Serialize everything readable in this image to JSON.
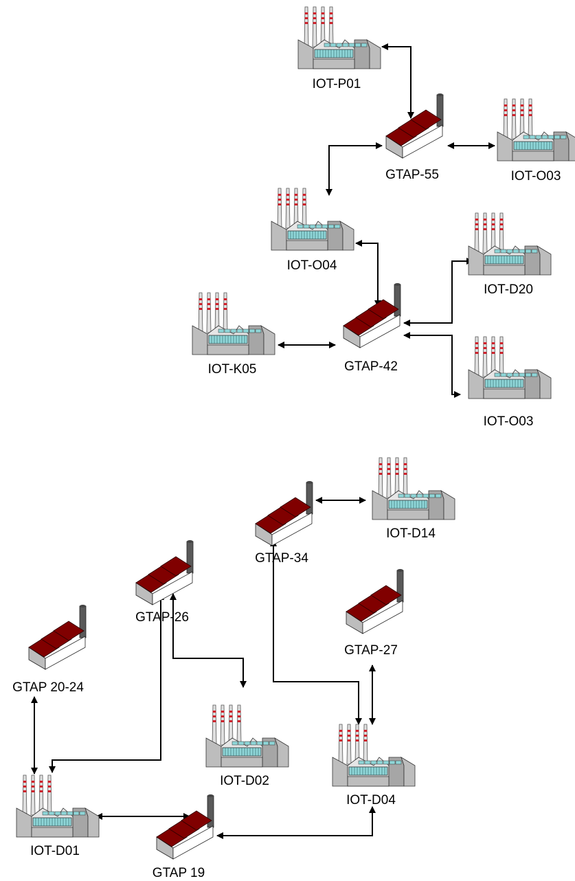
{
  "nodes": [
    {
      "id": "iot-p01",
      "kind": "plant",
      "label": "IOT-P01"
    },
    {
      "id": "gtap-55",
      "kind": "factory",
      "label": "GTAP-55"
    },
    {
      "id": "iot-o03-top",
      "kind": "plant",
      "label": "IOT-O03"
    },
    {
      "id": "iot-o04",
      "kind": "plant",
      "label": "IOT-O04"
    },
    {
      "id": "iot-d20",
      "kind": "plant",
      "label": "IOT-D20"
    },
    {
      "id": "iot-k05",
      "kind": "plant",
      "label": "IOT-K05"
    },
    {
      "id": "gtap-42",
      "kind": "factory",
      "label": "GTAP-42"
    },
    {
      "id": "iot-o03-bottom",
      "kind": "plant",
      "label": "IOT-O03"
    },
    {
      "id": "gtap-34",
      "kind": "factory",
      "label": "GTAP-34"
    },
    {
      "id": "iot-d14",
      "kind": "plant",
      "label": "IOT-D14"
    },
    {
      "id": "gtap-26",
      "kind": "factory",
      "label": "GTAP-26"
    },
    {
      "id": "gtap-27",
      "kind": "factory",
      "label": "GTAP-27"
    },
    {
      "id": "gtap-20-24",
      "kind": "factory",
      "label": "GTAP 20-24"
    },
    {
      "id": "iot-d02",
      "kind": "plant",
      "label": "IOT-D02"
    },
    {
      "id": "iot-d04",
      "kind": "plant",
      "label": "IOT-D04"
    },
    {
      "id": "iot-d01",
      "kind": "plant",
      "label": "IOT-D01"
    },
    {
      "id": "gtap-19",
      "kind": "factory",
      "label": "GTAP 19"
    }
  ],
  "edges": [
    {
      "from": "iot-p01",
      "to": "gtap-55"
    },
    {
      "from": "gtap-55",
      "to": "iot-o03-top"
    },
    {
      "from": "gtap-55",
      "to": "iot-o04"
    },
    {
      "from": "iot-o04",
      "to": "gtap-42"
    },
    {
      "from": "gtap-42",
      "to": "iot-d20"
    },
    {
      "from": "gtap-42",
      "to": "iot-o03-bottom"
    },
    {
      "from": "iot-k05",
      "to": "gtap-42"
    },
    {
      "from": "gtap-34",
      "to": "iot-d14"
    },
    {
      "from": "gtap-34",
      "to": "iot-d04"
    },
    {
      "from": "gtap-27",
      "to": "iot-d04"
    },
    {
      "from": "gtap-26",
      "to": "iot-d02"
    },
    {
      "from": "gtap-26",
      "to": "iot-d01"
    },
    {
      "from": "gtap-20-24",
      "to": "iot-d01"
    },
    {
      "from": "iot-d01",
      "to": "gtap-19"
    },
    {
      "from": "gtap-19",
      "to": "iot-d04"
    }
  ],
  "colors": {
    "roof": "#800000",
    "wall_light": "#e6e6e6",
    "wall_mid": "#bdbdbd",
    "wall_dark": "#a6a6a6",
    "chimney": "#595959",
    "stack": "#e0e0e0",
    "stack_band": "#d0202a",
    "window": "#8fd6d8",
    "line": "#000000"
  }
}
